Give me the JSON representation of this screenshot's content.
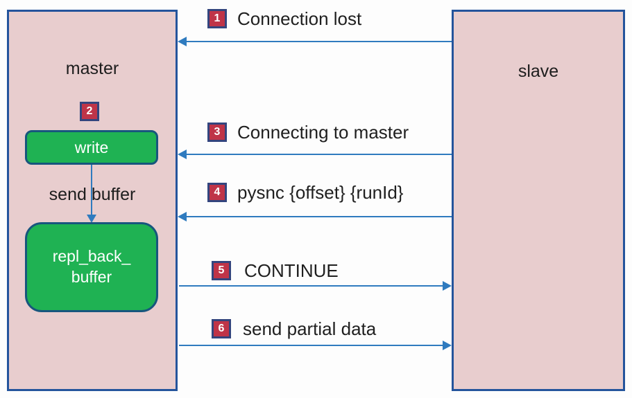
{
  "master_box": {
    "title": "master",
    "step_badge": "2",
    "write_label": "write",
    "send_buffer_label": "send buffer",
    "buffer_line1": "repl_back_",
    "buffer_line2": "buffer"
  },
  "slave_box": {
    "title": "slave"
  },
  "messages": [
    {
      "num": "1",
      "label": "Connection lost",
      "direction": "to-master"
    },
    {
      "num": "3",
      "label": "Connecting to master",
      "direction": "to-master"
    },
    {
      "num": "4",
      "label": "pysnc {offset} {runId}",
      "direction": "to-master"
    },
    {
      "num": "5",
      "label": "CONTINUE",
      "direction": "to-slave"
    },
    {
      "num": "6",
      "label": "send partial data",
      "direction": "to-slave"
    }
  ],
  "colors": {
    "box_fill": "#e8cdce",
    "box_border": "#24549c",
    "green_fill": "#1fb253",
    "green_border": "#17567d",
    "badge_fill": "#bf3448",
    "badge_border": "#33457e",
    "arrow": "#2f7bbf"
  }
}
